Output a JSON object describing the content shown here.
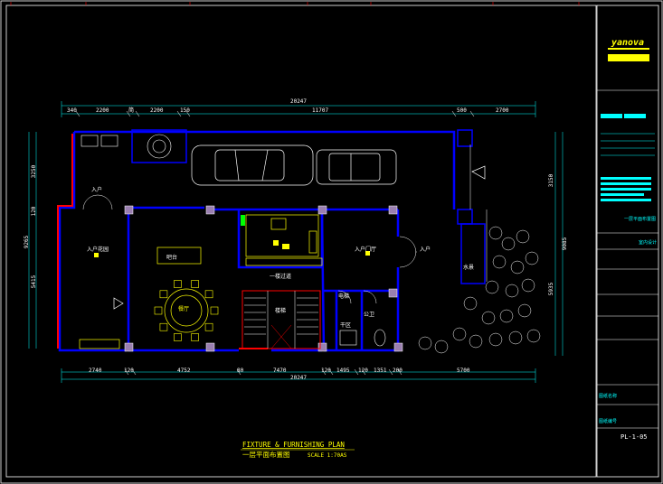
{
  "drawing": {
    "title_en": "FIXTURE & FURNISHING PLAN",
    "title_cn": "一层平面布置图",
    "scale": "SCALE 1:70AS",
    "drawing_no": "PL-1-05"
  },
  "dimensions": {
    "top_total": "20247",
    "bottom_total": "20247",
    "top_segments": [
      "340",
      "2200",
      "简",
      "2200",
      "150",
      "11707",
      "500",
      "2700"
    ],
    "bottom_segments": [
      "2740",
      "120",
      "4752",
      "80",
      "7470",
      "120",
      "1495",
      "120",
      "1351",
      "200",
      "5700"
    ],
    "left_total": "9265",
    "left_segments": [
      "3250",
      "120",
      "5415"
    ],
    "right_total": "9085",
    "right_segments": [
      "3150",
      "5935"
    ]
  },
  "rooms": {
    "entrance_top": "入户",
    "entry_garden": "入户花园",
    "bar": "吧台",
    "dining": "餐厅",
    "corridor": "一楼过道",
    "stair": "楼梯",
    "entry_hall": "入户门厅",
    "entrance_right": "入户",
    "water_feature": "水景",
    "toilet": "公卫",
    "dry_area": "干区",
    "elevator": "电梯"
  },
  "title_block": {
    "logo": "yanova",
    "sheet_label": "一层平面布置图",
    "row2": "室内设计",
    "row3": "图纸名称",
    "row4": "图纸编号",
    "drawing_no": "PL-1-05"
  },
  "colors": {
    "background": "#000000",
    "wall": "#0000ff",
    "frame": "#ffffff",
    "accent": "#ffff00",
    "cyan": "#00ffff",
    "red": "#ff0000",
    "green": "#00ff00"
  }
}
